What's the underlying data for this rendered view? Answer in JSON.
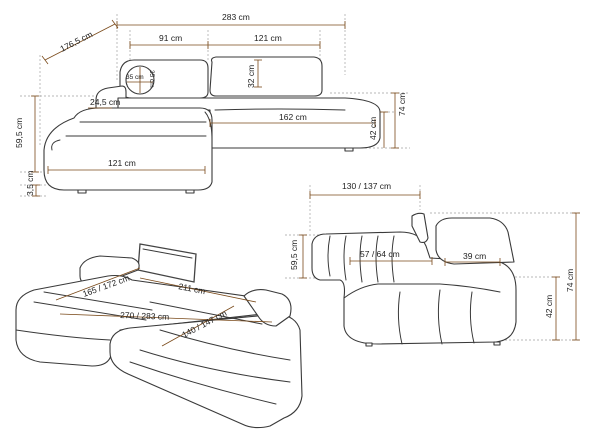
{
  "colors": {
    "line": "#3a3a3a",
    "dimension": "#7a4a1a",
    "guide": "#a0a0a0"
  },
  "top_view": {
    "width_total": "283 cm",
    "width_chaise": "91 cm",
    "width_main": "121 cm",
    "depth_chaise": "176,5 cm",
    "cushion_depth": "35 cm",
    "cushion_height": "35 cm",
    "backrest_height": "32 cm",
    "armrest_depth": "24,5 cm",
    "seat_height_left": "59,5 cm",
    "seat_length": "162 cm",
    "total_height": "74 cm",
    "seat_height_right": "42 cm",
    "chaise_width": "121 cm",
    "feet_height": "3,5 cm"
  },
  "side_view": {
    "depth": "130 / 137 cm",
    "seat_height": "59,5 cm",
    "seat_depth": "57 / 64 cm",
    "arm_width": "39 cm",
    "total_height": "74 cm",
    "seat_level": "42 cm"
  },
  "bed_view": {
    "bed_width": "165 / 172 cm",
    "section_length": "211 cm",
    "total_length": "270 / 283 cm",
    "bed_depth": "140 / 147 cm"
  }
}
